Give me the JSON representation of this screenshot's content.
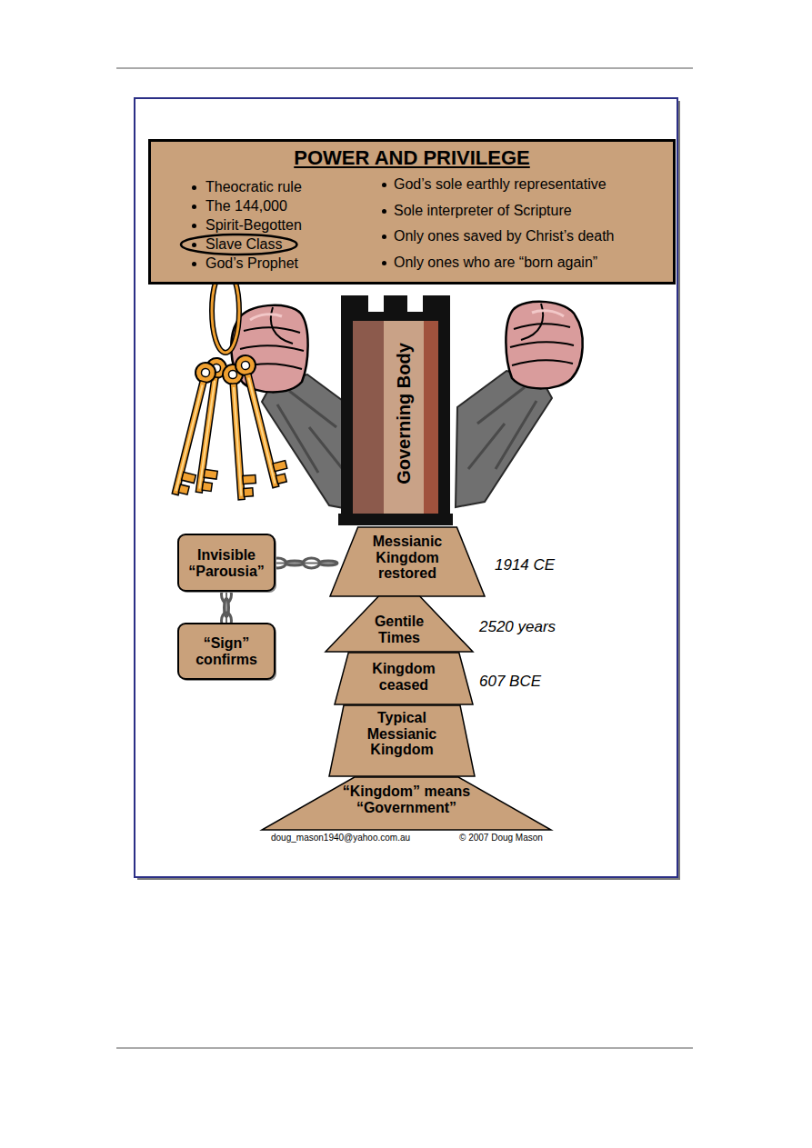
{
  "diagram": {
    "nodes": [
      {
        "text": [
          "POWER AND PRIVILEGE",
          "Theocratic rule",
          "The 144,000",
          "Spirit-Begotten",
          "Slave Class",
          "God’s Prophet",
          "God’s sole earthly representative",
          "Sole interpreter of Scripture",
          "Only ones saved by Christ’s death",
          "Only ones who are “born again”"
        ]
      },
      {
        "text": [
          "Governing Body"
        ]
      },
      {
        "text": [
          "Invisible “Parousia”"
        ]
      },
      {
        "text": [
          "Messianic Kingdom restored"
        ]
      },
      {
        "text": [
          "“Sign” confirms"
        ]
      },
      {
        "text": [
          "Gentile Times"
        ]
      },
      {
        "text": [
          "Kingdom ceased"
        ]
      },
      {
        "text": [
          "Typical Messianic Kingdom"
        ]
      },
      {
        "text": [
          "“Kingdom” means “Government”"
        ]
      }
    ],
    "edges": [
      {
        "from": 2,
        "to": 3,
        "arrow": "none"
      },
      {
        "from": 2,
        "to": 4,
        "arrow": "none"
      }
    ],
    "labels": [
      "1914 CE",
      "2520 years",
      "607 BCE",
      "doug_mason1940@yahoo.com.au",
      "© 2007 Doug Mason"
    ]
  }
}
